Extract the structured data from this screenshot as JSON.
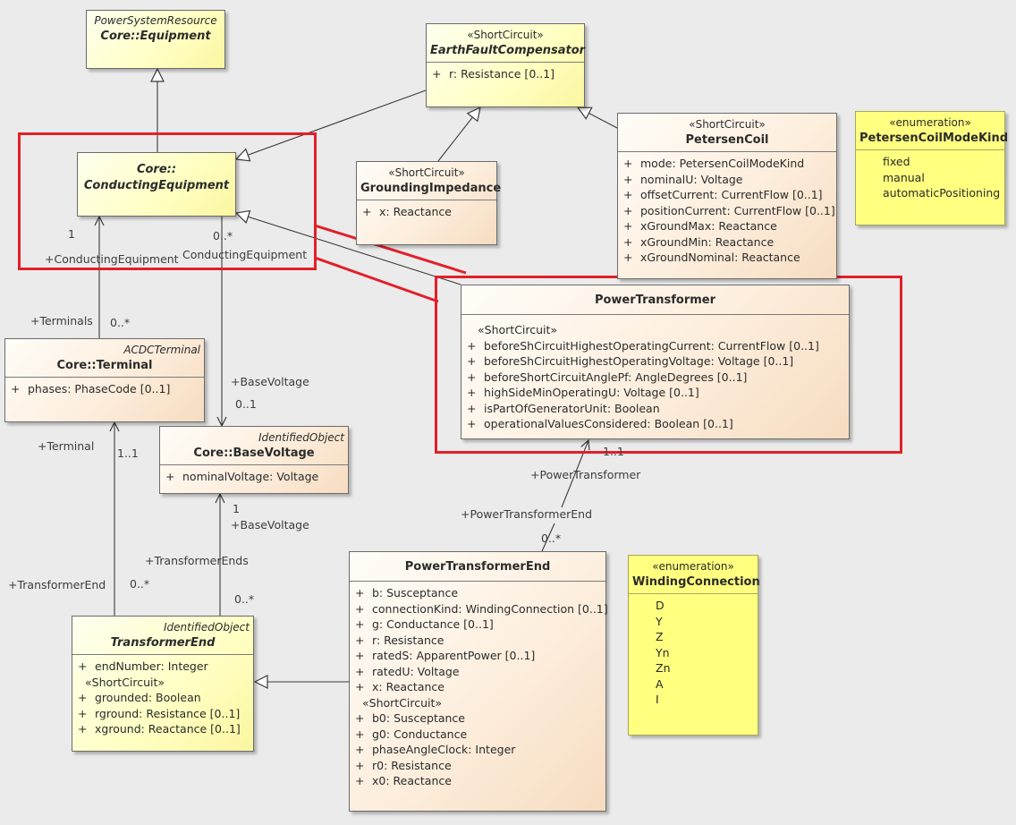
{
  "classes": {
    "equipment": {
      "stereotype": "PowerSystemResource",
      "name": "Core::Equipment"
    },
    "conducting": {
      "name_line1": "Core::",
      "name_line2": "ConductingEquipment"
    },
    "efc": {
      "stereotype": "«ShortCircuit»",
      "name": "EarthFaultCompensator",
      "attributes": [
        {
          "vis": "+",
          "text": "r: Resistance [0..1]"
        }
      ]
    },
    "grounding": {
      "stereotype": "«ShortCircuit»",
      "name": "GroundingImpedance",
      "attributes": [
        {
          "vis": "+",
          "text": "x: Reactance"
        }
      ]
    },
    "petersen": {
      "stereotype": "«ShortCircuit»",
      "name": "PetersenCoil",
      "attributes": [
        {
          "vis": "+",
          "text": "mode: PetersenCoilModeKind"
        },
        {
          "vis": "+",
          "text": "nominalU: Voltage"
        },
        {
          "vis": "+",
          "text": "offsetCurrent: CurrentFlow [0..1]"
        },
        {
          "vis": "+",
          "text": "positionCurrent: CurrentFlow [0..1]"
        },
        {
          "vis": "+",
          "text": "xGroundMax: Reactance"
        },
        {
          "vis": "+",
          "text": "xGroundMin: Reactance"
        },
        {
          "vis": "+",
          "text": "xGroundNominal: Reactance"
        }
      ]
    },
    "pcmk": {
      "stereotype": "«enumeration»",
      "name": "PetersenCoilModeKind",
      "literals": [
        "fixed",
        "manual",
        "automaticPositioning"
      ]
    },
    "transformer": {
      "name": "PowerTransformer",
      "section": "«ShortCircuit»",
      "attributes": [
        {
          "vis": "+",
          "text": "beforeShCircuitHighestOperatingCurrent: CurrentFlow [0..1]"
        },
        {
          "vis": "+",
          "text": "beforeShCircuitHighestOperatingVoltage: Voltage [0..1]"
        },
        {
          "vis": "+",
          "text": "beforeShortCircuitAnglePf: AngleDegrees [0..1]"
        },
        {
          "vis": "+",
          "text": "highSideMinOperatingU: Voltage [0..1]"
        },
        {
          "vis": "+",
          "text": "isPartOfGeneratorUnit: Boolean"
        },
        {
          "vis": "+",
          "text": "operationalValuesConsidered: Boolean [0..1]"
        }
      ]
    },
    "terminal": {
      "stereotype": "ACDCTerminal",
      "name": "Core::Terminal",
      "attributes": [
        {
          "vis": "+",
          "text": "phases: PhaseCode [0..1]"
        }
      ]
    },
    "basevoltage": {
      "stereotype": "IdentifiedObject",
      "name": "Core::BaseVoltage",
      "attributes": [
        {
          "vis": "+",
          "text": "nominalVoltage: Voltage"
        }
      ]
    },
    "tend": {
      "stereotype": "IdentifiedObject",
      "name": "TransformerEnd",
      "attributes": [
        {
          "vis": "+",
          "text": "endNumber: Integer"
        }
      ],
      "section": "«ShortCircuit»",
      "sc_attributes": [
        {
          "vis": "+",
          "text": "grounded: Boolean"
        },
        {
          "vis": "+",
          "text": "rground: Resistance [0..1]"
        },
        {
          "vis": "+",
          "text": "xground: Reactance [0..1]"
        }
      ]
    },
    "ptend": {
      "name": "PowerTransformerEnd",
      "attributes": [
        {
          "vis": "+",
          "text": "b: Susceptance"
        },
        {
          "vis": "+",
          "text": "connectionKind: WindingConnection [0..1]"
        },
        {
          "vis": "+",
          "text": "g: Conductance [0..1]"
        },
        {
          "vis": "+",
          "text": "r: Resistance"
        },
        {
          "vis": "+",
          "text": "ratedS: ApparentPower [0..1]"
        },
        {
          "vis": "+",
          "text": "ratedU: Voltage"
        },
        {
          "vis": "+",
          "text": "x: Reactance"
        }
      ],
      "section": "«ShortCircuit»",
      "sc_attributes": [
        {
          "vis": "+",
          "text": "b0: Susceptance"
        },
        {
          "vis": "+",
          "text": "g0: Conductance"
        },
        {
          "vis": "+",
          "text": "phaseAngleClock: Integer"
        },
        {
          "vis": "+",
          "text": "r0: Resistance"
        },
        {
          "vis": "+",
          "text": "x0: Reactance"
        }
      ]
    },
    "winding": {
      "stereotype": "«enumeration»",
      "name": "WindingConnection",
      "literals": [
        "D",
        "Y",
        "Z",
        "Yn",
        "Zn",
        "A",
        "I"
      ]
    }
  },
  "labels": {
    "ce_mult_1": "1",
    "ce_role_1": "+ConductingEquipment",
    "ce_mult_2": "0..*",
    "ce_role_2": "ConductingEquipment",
    "terminals_role": "+Terminals",
    "terminals_mult": "0..*",
    "basevoltage_role_1": "+BaseVoltage",
    "basevoltage_mult_1": "0..1",
    "terminal_role": "+Terminal",
    "terminal_mult": "1..1",
    "basevoltage_mult_2": "1",
    "basevoltage_role_2": "+BaseVoltage",
    "transformerends_role": "+TransformerEnds",
    "transformerends_mult": "0..*",
    "transformerend_role": "+TransformerEnd",
    "transformerend_mult": "0..*",
    "pt_mult": "1..1",
    "pt_role": "+PowerTransformer",
    "pte_role": "+PowerTransformerEnd",
    "pte_mult": "0..*"
  },
  "colors": {
    "highlight": "#e1202a",
    "edge": "#3a3a3a"
  }
}
